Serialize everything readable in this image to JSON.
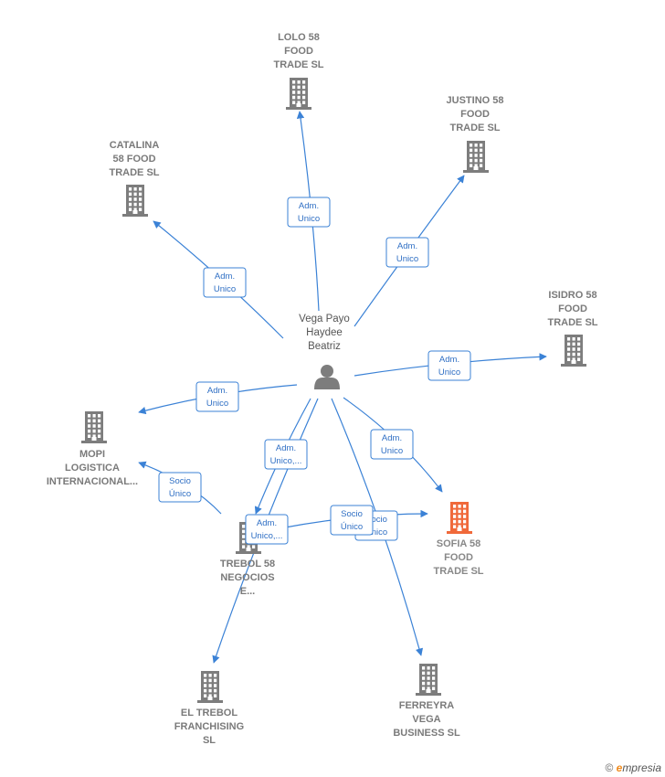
{
  "colors": {
    "edge": "#3b82d6",
    "building": "#7d7d7d",
    "focus_building": "#f0693a",
    "person": "#7d7d7d"
  },
  "person": {
    "icon": "person-icon",
    "label_lines": [
      "Vega Payo",
      "Haydee",
      "Beatriz"
    ]
  },
  "companies": [
    {
      "id": "lolo",
      "icon": "building-icon",
      "label_lines": [
        "LOLO 58",
        "FOOD",
        "TRADE  SL"
      ]
    },
    {
      "id": "justino",
      "icon": "building-icon",
      "label_lines": [
        "JUSTINO 58",
        "FOOD",
        "TRADE  SL"
      ]
    },
    {
      "id": "catalina",
      "icon": "building-icon",
      "label_lines": [
        "CATALINA",
        "58 FOOD",
        "TRADE  SL"
      ]
    },
    {
      "id": "isidro",
      "icon": "building-icon",
      "label_lines": [
        "ISIDRO 58",
        "FOOD",
        "TRADE  SL"
      ]
    },
    {
      "id": "mopi",
      "icon": "building-icon",
      "label_lines": [
        "MOPI",
        "LOGISTICA",
        "INTERNACIONAL..."
      ]
    },
    {
      "id": "sofia",
      "icon": "building-icon",
      "focus": true,
      "label_lines": [
        "SOFIA 58",
        "FOOD",
        "TRADE  SL"
      ]
    },
    {
      "id": "trebol58",
      "icon": "building-icon",
      "label_lines": [
        "TREBOL 58",
        "NEGOCIOS",
        "E..."
      ]
    },
    {
      "id": "eltrebol",
      "icon": "building-icon",
      "label_lines": [
        "EL TREBOL",
        "FRANCHISING",
        "SL"
      ]
    },
    {
      "id": "ferreyra",
      "icon": "building-icon",
      "label_lines": [
        "FERREYRA",
        "VEGA",
        "BUSINESS SL"
      ]
    }
  ],
  "edges": [
    {
      "id": "e-lolo",
      "label_lines": [
        "Adm.",
        "Unico"
      ]
    },
    {
      "id": "e-justino",
      "label_lines": [
        "Adm.",
        "Unico"
      ]
    },
    {
      "id": "e-catalina",
      "label_lines": [
        "Adm.",
        "Unico"
      ]
    },
    {
      "id": "e-isidro",
      "label_lines": [
        "Adm.",
        "Unico"
      ]
    },
    {
      "id": "e-mopi",
      "label_lines": [
        "Adm.",
        "Unico"
      ]
    },
    {
      "id": "e-sofia",
      "label_lines": [
        "Adm.",
        "Unico"
      ]
    },
    {
      "id": "e-trebol",
      "label_lines": [
        "Adm.",
        "Unico,..."
      ]
    },
    {
      "id": "e-eltrebol",
      "label_lines": [
        "Adm.",
        "Unico,..."
      ]
    },
    {
      "id": "e-ferreyra",
      "label_lines": [
        "Socio",
        "Único"
      ]
    },
    {
      "id": "e-trebol-mopi",
      "label_lines": [
        "Socio",
        "Único"
      ]
    },
    {
      "id": "e-trebol-sofia",
      "label_lines": [
        "Socio",
        "Único"
      ]
    }
  ],
  "watermark": {
    "copyright": "©",
    "brand_initial": "e",
    "brand_rest": "mpresia"
  }
}
